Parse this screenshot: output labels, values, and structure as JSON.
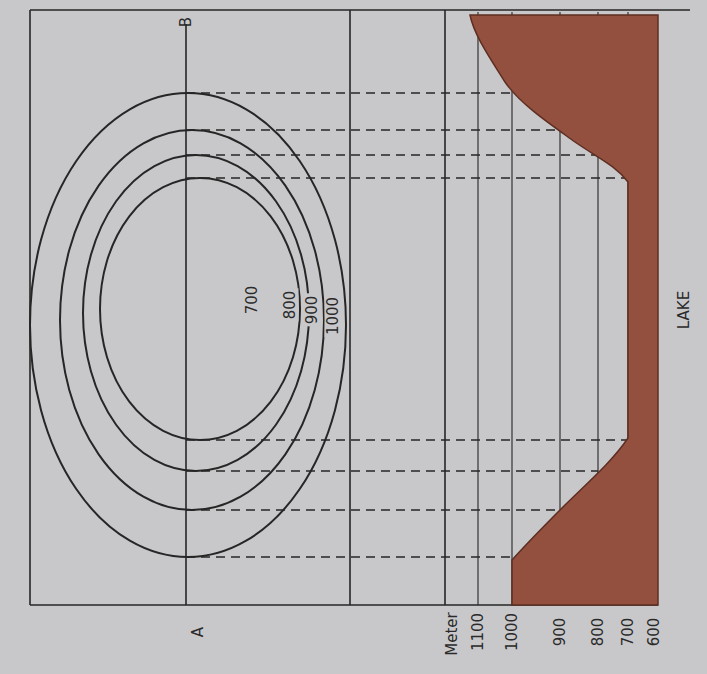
{
  "diagram": {
    "labels": [
      "A",
      "B",
      "700",
      "800",
      "900",
      "1000",
      "Meter",
      "1100",
      "1000",
      "900",
      "800",
      "700",
      "600",
      "LAKE"
    ]
  }
}
